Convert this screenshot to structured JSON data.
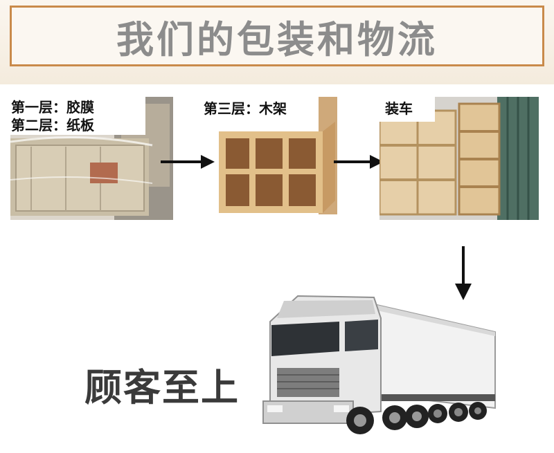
{
  "title": "我们的包装和物流",
  "steps": [
    {
      "line1": "第一层：胶膜",
      "line2": "第二层：纸板"
    },
    {
      "line1": "第三层：木架"
    },
    {
      "line1": "装车"
    }
  ],
  "slogan": "顾客至上"
}
